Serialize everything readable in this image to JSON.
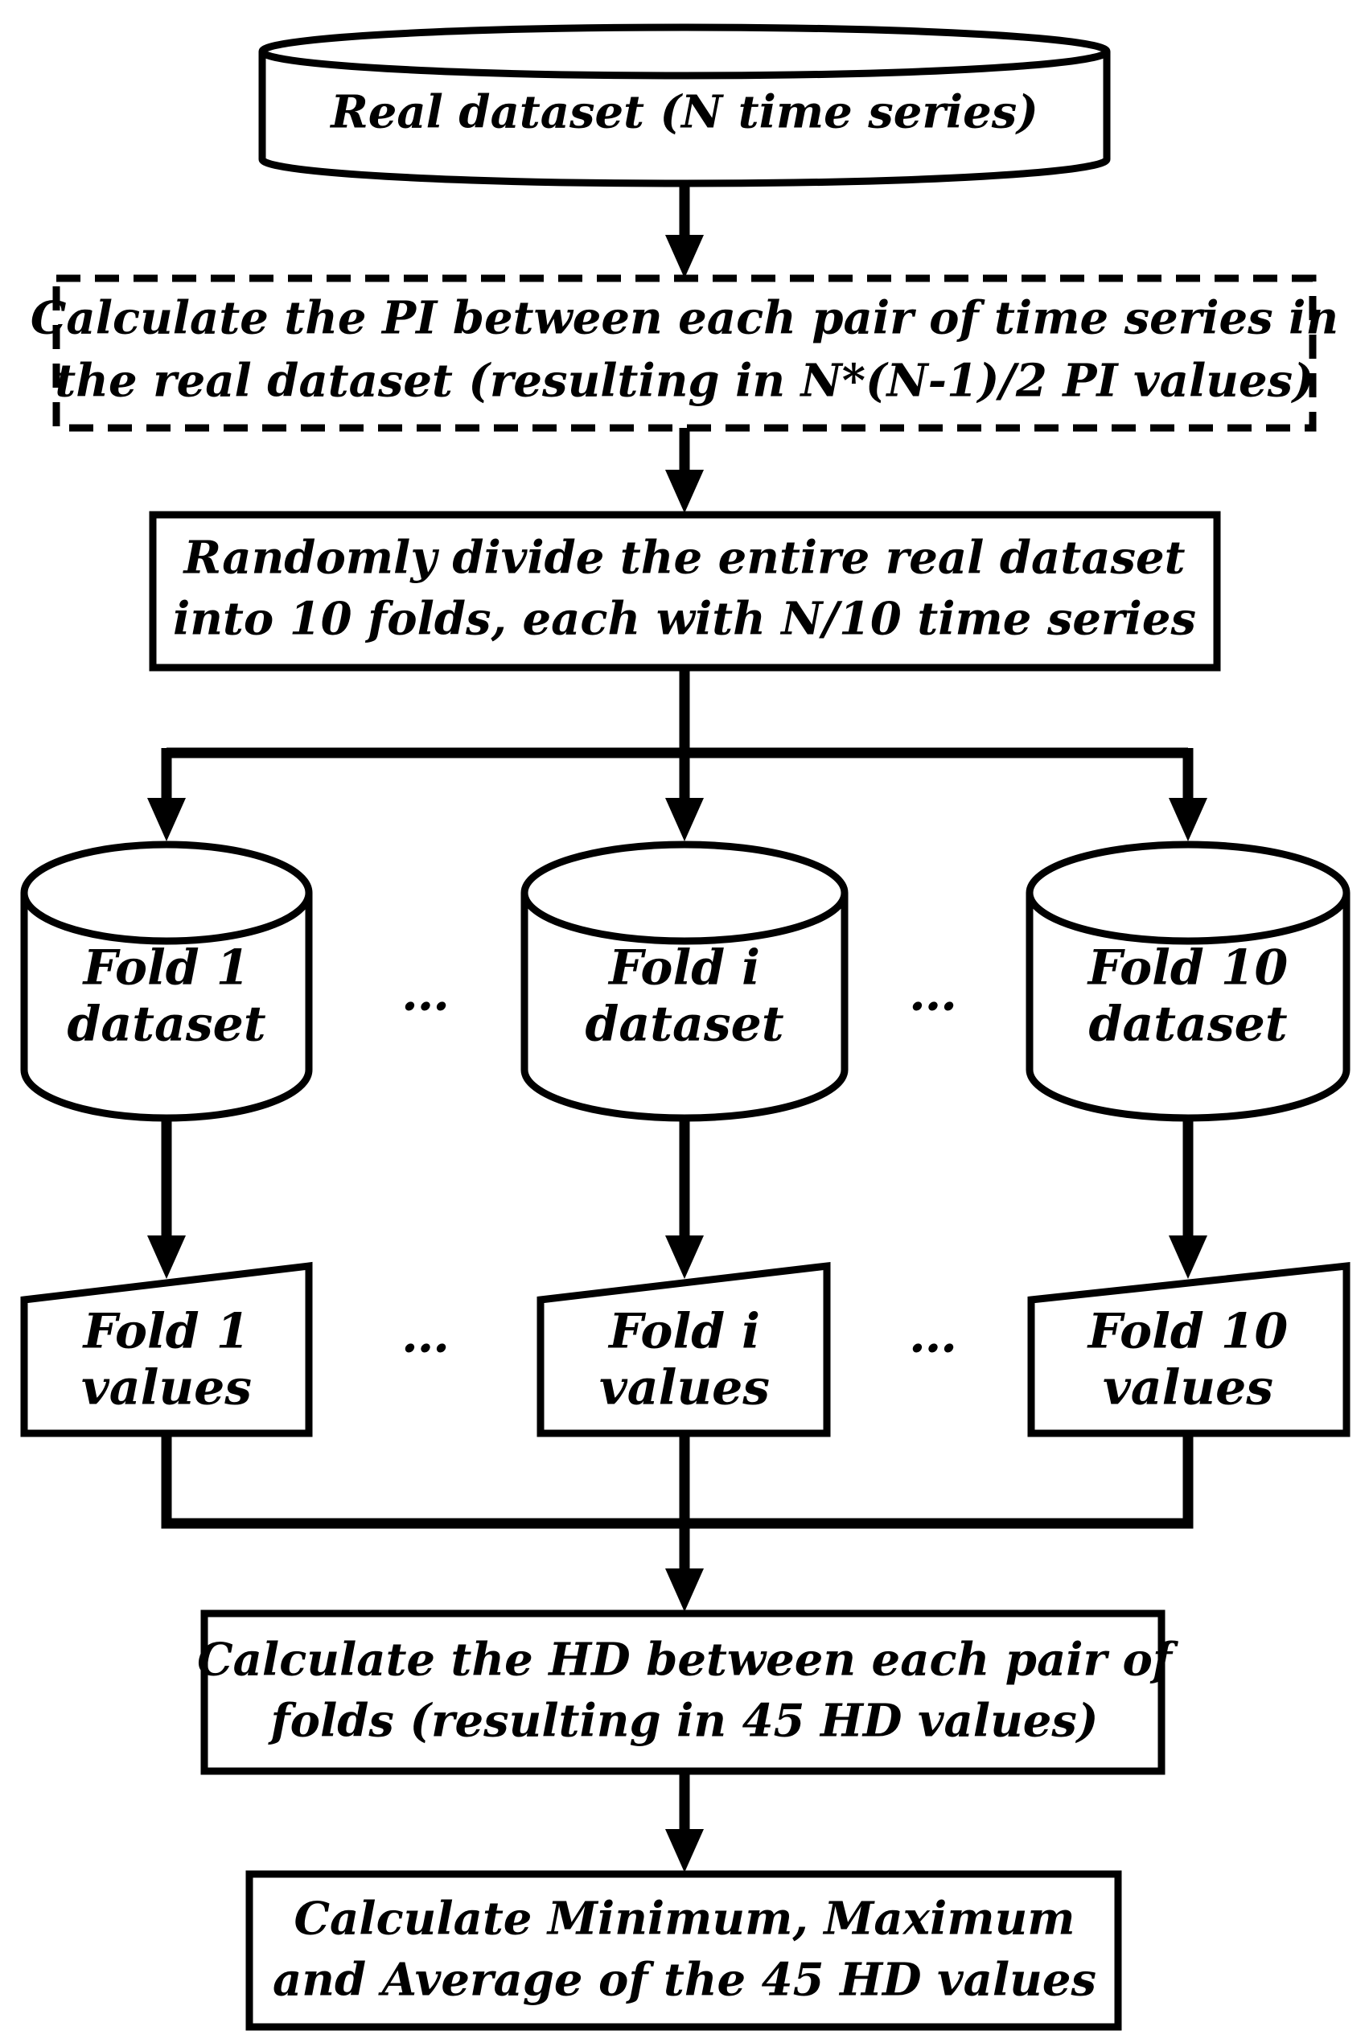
{
  "nodes": {
    "real_dataset": {
      "label": "Real dataset (N time series)"
    },
    "calc_pi": {
      "line1": "Calculate the PI between each pair of time series in",
      "line2": "the real dataset (resulting in N*(N-1)/2 PI values)"
    },
    "divide": {
      "line1": "Randomly divide the entire real dataset",
      "line2": "into 10 folds, each with N/10 time series"
    },
    "fold1_dataset": {
      "line1": "Fold 1",
      "line2": "dataset"
    },
    "foldi_dataset": {
      "line1": "Fold i",
      "line2": "dataset"
    },
    "fold10_dataset": {
      "line1": "Fold 10",
      "line2": "dataset"
    },
    "fold1_values": {
      "line1": "Fold 1",
      "line2": "values"
    },
    "foldi_values": {
      "line1": "Fold i",
      "line2": "values"
    },
    "fold10_values": {
      "line1": "Fold 10",
      "line2": "values"
    },
    "calc_hd": {
      "line1": "Calculate the HD between each pair of",
      "line2": "folds (resulting in 45 HD values)"
    },
    "calc_stats": {
      "line1": "Calculate Minimum, Maximum",
      "line2": "and Average of the 45 HD values"
    }
  },
  "ellipsis": "…"
}
